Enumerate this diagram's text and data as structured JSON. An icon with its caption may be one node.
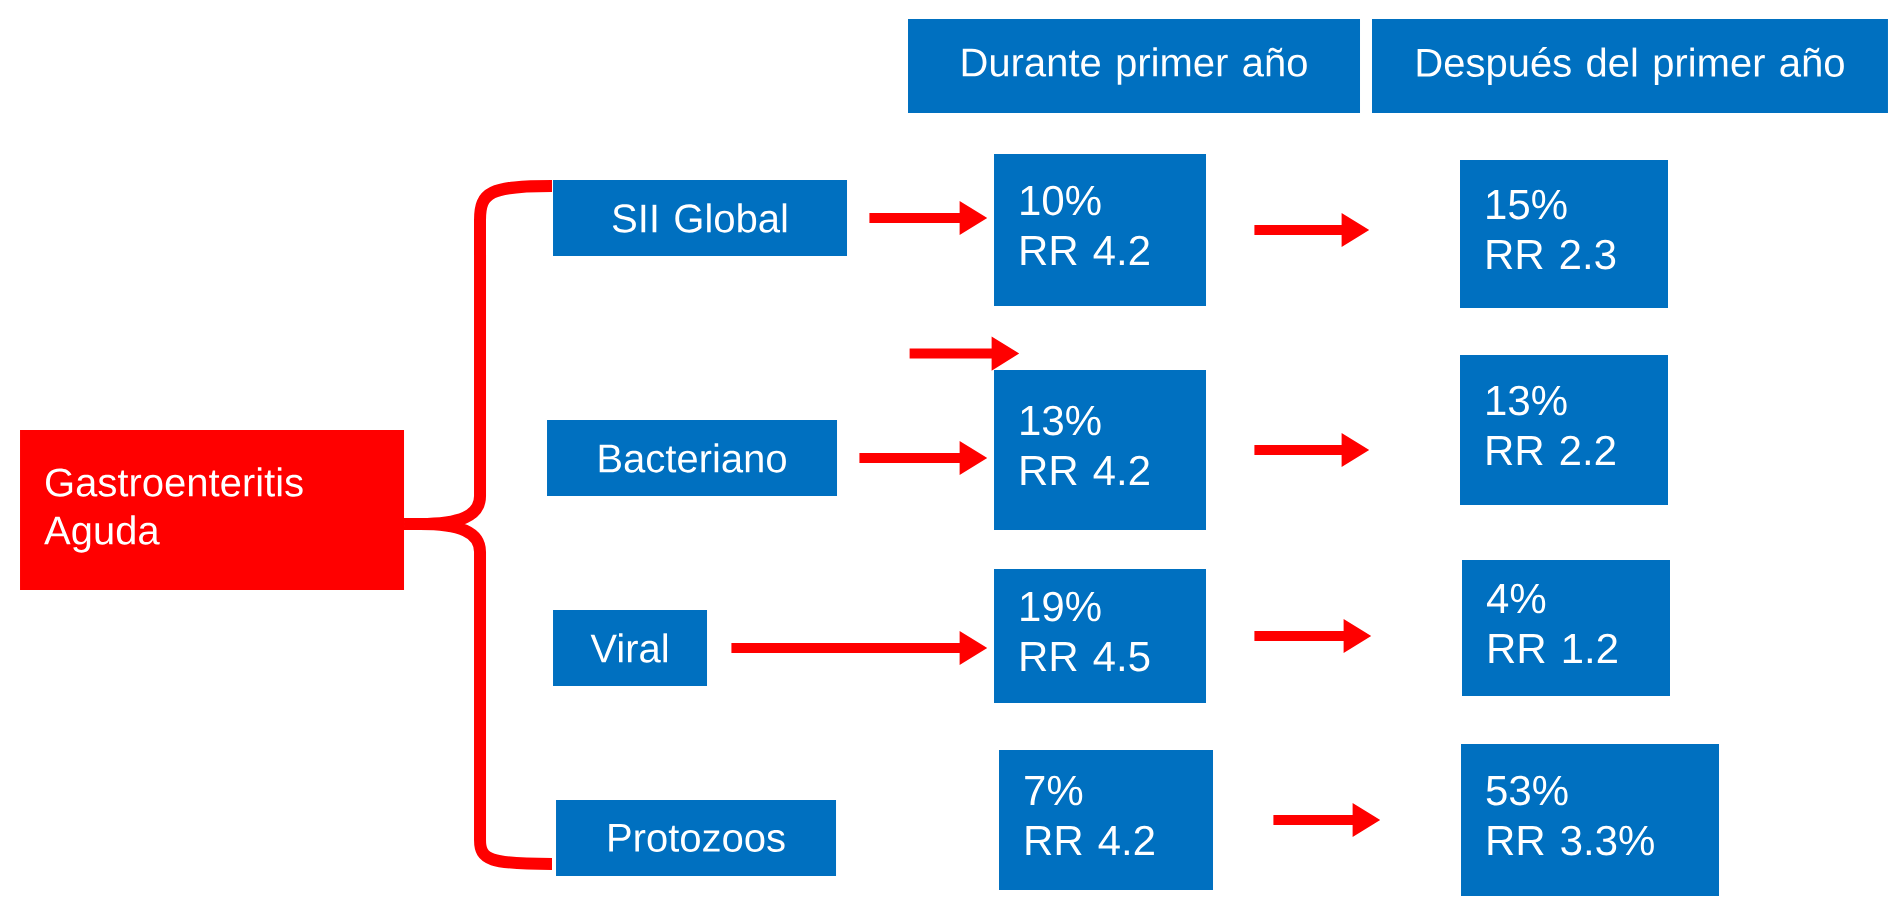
{
  "diagram": {
    "nodes": [
      {
        "text": [
          "Durante primer año"
        ]
      },
      {
        "text": [
          "Después del primer año"
        ]
      },
      {
        "text": [
          "Gastroenteritis Aguda"
        ]
      },
      {
        "text": [
          "SII  Global"
        ]
      },
      {
        "text": [
          "Bacteriano"
        ]
      },
      {
        "text": [
          "Viral"
        ]
      },
      {
        "text": [
          "Protozoos"
        ]
      },
      {
        "text": [
          "10%",
          "RR 4.2"
        ]
      },
      {
        "text": [
          "13%",
          "RR 4.2"
        ]
      },
      {
        "text": [
          "19%",
          "RR 4.5"
        ]
      },
      {
        "text": [
          "7%",
          "RR 4.2"
        ]
      },
      {
        "text": [
          "15%",
          "RR 2.3"
        ]
      },
      {
        "text": [
          "13%",
          "RR 2.2"
        ]
      },
      {
        "text": [
          "4%",
          "RR 1.2"
        ]
      },
      {
        "text": [
          "53%",
          "RR 3.3%"
        ]
      }
    ],
    "edges": [
      {
        "from": 3,
        "to": 7,
        "arrow": "to"
      },
      {
        "from": 4,
        "to": 8,
        "arrow": "to"
      },
      {
        "from": 5,
        "to": 9,
        "arrow": "to"
      },
      {
        "from": 7,
        "to": 11,
        "arrow": "to"
      },
      {
        "from": 8,
        "to": 12,
        "arrow": "to"
      },
      {
        "from": 9,
        "to": 13,
        "arrow": "to"
      },
      {
        "from": 10,
        "to": 14,
        "arrow": "to"
      },
      {
        "from": null,
        "to": 8,
        "arrow": "to"
      }
    ]
  }
}
